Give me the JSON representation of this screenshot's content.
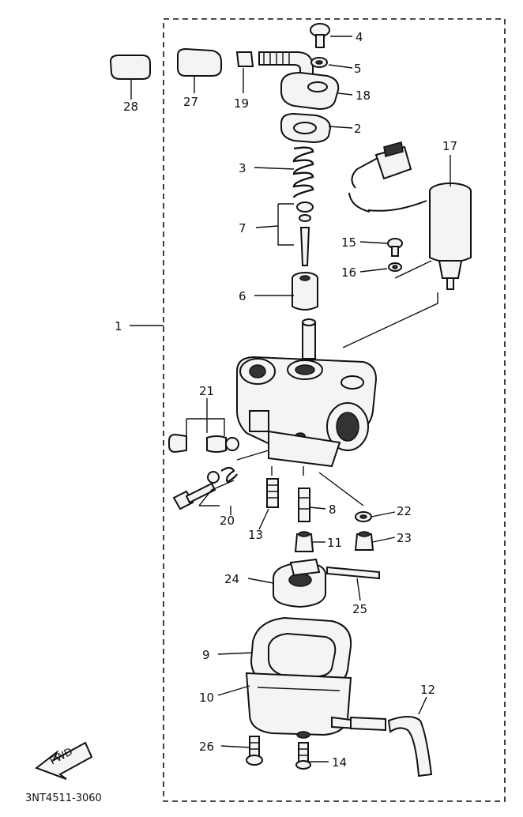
{
  "diagram": {
    "part_code": "3NT4511-3060",
    "fwd_label": "FWD",
    "callouts": [
      "1",
      "2",
      "3",
      "4",
      "5",
      "6",
      "7",
      "8",
      "9",
      "10",
      "11",
      "12",
      "13",
      "14",
      "15",
      "16",
      "17",
      "18",
      "19",
      "20",
      "21",
      "22",
      "23",
      "24",
      "25",
      "26",
      "27",
      "28"
    ]
  }
}
